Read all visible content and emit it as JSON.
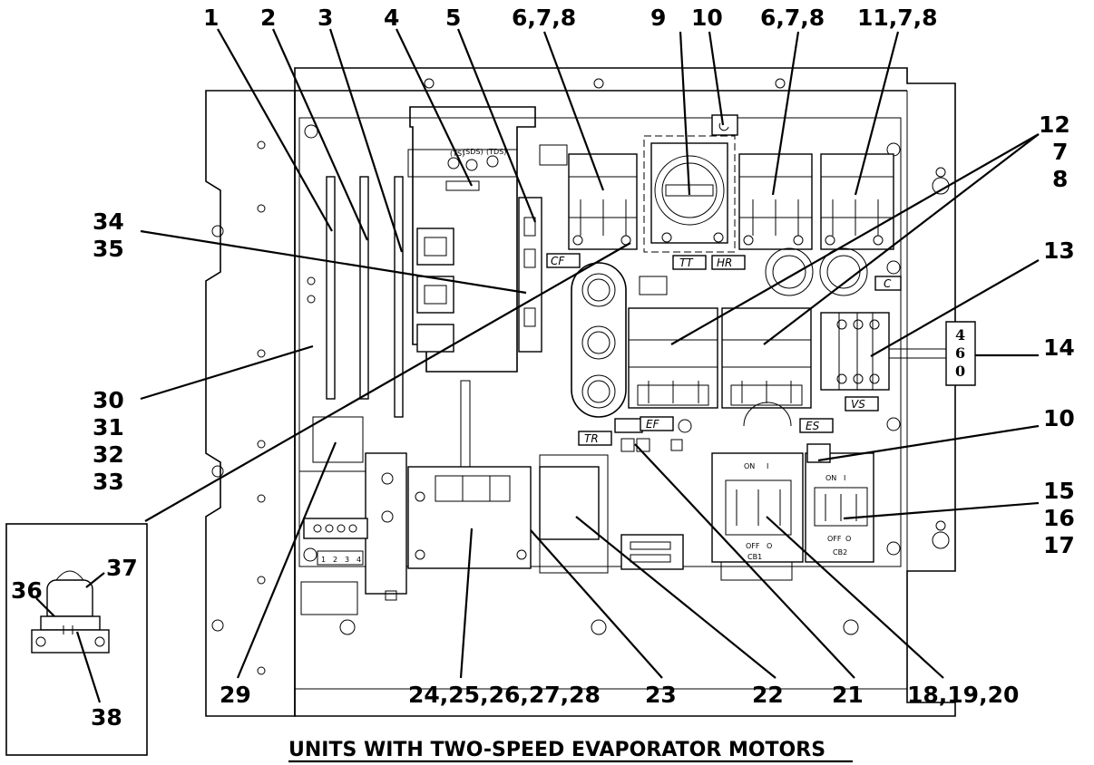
{
  "caption": "UNITS WITH TWO-SPEED EVAPORATOR MOTORS",
  "callouts": [
    {
      "id": "c1",
      "text": "1"
    },
    {
      "id": "c2",
      "text": "2"
    },
    {
      "id": "c3",
      "text": "3"
    },
    {
      "id": "c4",
      "text": "4"
    },
    {
      "id": "c5",
      "text": "5"
    },
    {
      "id": "c678a",
      "text": "6,7,8"
    },
    {
      "id": "c9",
      "text": "9"
    },
    {
      "id": "c10a",
      "text": "10"
    },
    {
      "id": "c678b",
      "text": "6,7,8"
    },
    {
      "id": "c1178",
      "text": "11,7,8"
    },
    {
      "id": "c12",
      "text": "12"
    },
    {
      "id": "c12b",
      "text": "7"
    },
    {
      "id": "c12c",
      "text": "8"
    },
    {
      "id": "c3435a",
      "text": "34"
    },
    {
      "id": "c3435b",
      "text": "35"
    },
    {
      "id": "c13",
      "text": "13"
    },
    {
      "id": "c14",
      "text": "14"
    },
    {
      "id": "c10b",
      "text": "10"
    },
    {
      "id": "c30",
      "text": "30"
    },
    {
      "id": "c31",
      "text": "31"
    },
    {
      "id": "c32",
      "text": "32"
    },
    {
      "id": "c33",
      "text": "33"
    },
    {
      "id": "c15",
      "text": "15"
    },
    {
      "id": "c16",
      "text": "16"
    },
    {
      "id": "c17",
      "text": "17"
    },
    {
      "id": "c37",
      "text": "37"
    },
    {
      "id": "c36",
      "text": "36"
    },
    {
      "id": "c38",
      "text": "38"
    },
    {
      "id": "c29",
      "text": "29"
    },
    {
      "id": "c24",
      "text": "24,25,26,27,28"
    },
    {
      "id": "c23",
      "text": "23"
    },
    {
      "id": "c22",
      "text": "22"
    },
    {
      "id": "c21",
      "text": "21"
    },
    {
      "id": "c18",
      "text": "18,19,20"
    }
  ],
  "component_tags": {
    "cf": "CF",
    "tt": "TT",
    "hr": "HR",
    "c": "C",
    "vs": "VS",
    "ef": "EF",
    "es": "ES",
    "tr": "TR",
    "cb1": "CB1",
    "cb2": "CB2",
    "ts": "(TS)",
    "sds": "(SDS)",
    "tds": "(TDS)",
    "on": "ON",
    "off": "OFF",
    "one": "I",
    "zero": "O"
  },
  "voltage_plate": [
    "4",
    "6",
    "0"
  ],
  "terminal_numbers": [
    "1",
    "2",
    "3",
    "4"
  ]
}
